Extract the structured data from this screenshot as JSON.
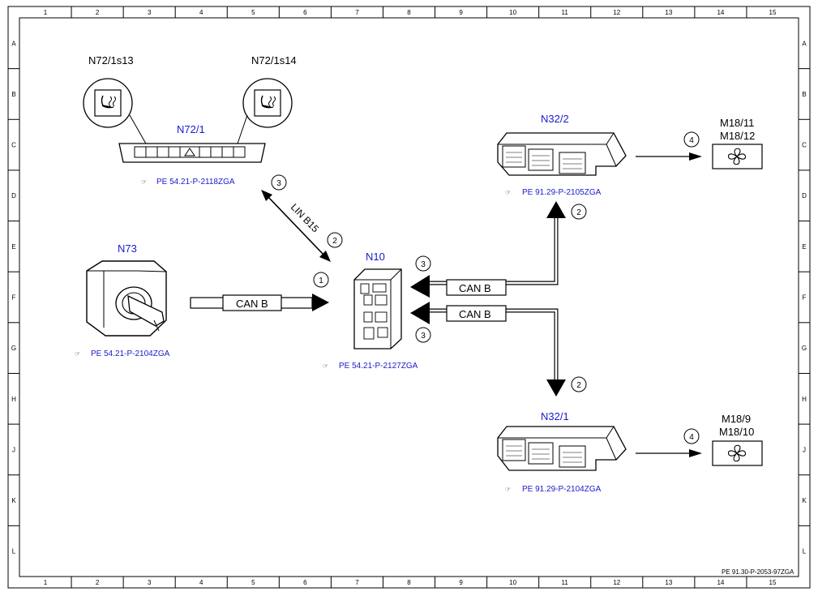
{
  "grid": {
    "columns": [
      "1",
      "2",
      "3",
      "4",
      "5",
      "6",
      "7",
      "8",
      "9",
      "10",
      "11",
      "12",
      "13",
      "14",
      "15"
    ],
    "rows": [
      "A",
      "B",
      "C",
      "D",
      "E",
      "F",
      "G",
      "H",
      "J",
      "K",
      "L"
    ]
  },
  "components": {
    "n72_1s13": {
      "label": "N72/1s13"
    },
    "n72_1s14": {
      "label": "N72/1s14"
    },
    "n72_1": {
      "label": "N72/1",
      "ref": "PE 54.21-P-2118ZGA"
    },
    "n73": {
      "label": "N73",
      "ref": "PE 54.21-P-2104ZGA"
    },
    "n10": {
      "label": "N10",
      "ref": "PE 54.21-P-2127ZGA"
    },
    "n32_2": {
      "label": "N32/2",
      "ref": "PE 91.29-P-2105ZGA"
    },
    "n32_1": {
      "label": "N32/1",
      "ref": "PE 91.29-P-2104ZGA"
    },
    "m18_upper": {
      "label1": "M18/11",
      "label2": "M18/12"
    },
    "m18_lower": {
      "label1": "M18/9",
      "label2": "M18/10"
    }
  },
  "connections": {
    "lin": {
      "label": "LIN B15"
    },
    "can_n73": {
      "label": "CAN B"
    },
    "can_n32_2": {
      "label": "CAN B"
    },
    "can_n32_1": {
      "label": "CAN B"
    }
  },
  "step_markers": {
    "s1": "1",
    "s2_lin": "2",
    "s3_lin": "3",
    "s3_upper": "3",
    "s3_lower": "3",
    "s2_upper": "2",
    "s2_lower": "2",
    "s4_upper": "4",
    "s4_lower": "4"
  },
  "doc_id": "PE 91.30-P-2053-97ZGA",
  "colors": {
    "label_blue": "#1a1acc",
    "line": "#000000"
  }
}
